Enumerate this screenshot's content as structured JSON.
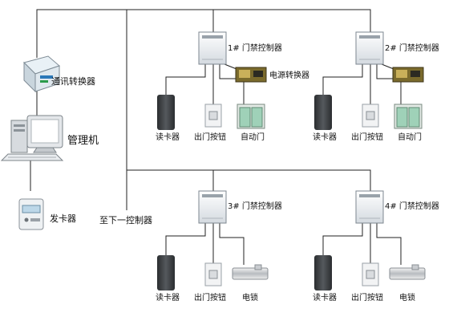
{
  "left": {
    "comm_converter": "通讯转换器",
    "management_pc": "管理机",
    "card_issuer": "发卡器",
    "to_next_controller": "至下一控制器"
  },
  "controllers": [
    {
      "label": "1# 门禁控制器",
      "power_converter": "电源转换器",
      "devices": [
        "读卡器",
        "出门按钮",
        "自动门"
      ]
    },
    {
      "label": "2# 门禁控制器",
      "devices": [
        "读卡器",
        "出门按钮",
        "自动门"
      ]
    },
    {
      "label": "3# 门禁控制器",
      "devices": [
        "读卡器",
        "出门按钮",
        "电锁"
      ]
    },
    {
      "label": "4# 门禁控制器",
      "devices": [
        "读卡器",
        "出门按钮",
        "电锁"
      ]
    }
  ],
  "colors": {
    "line": "#222222",
    "device_face": "#e8ecef",
    "reader": "#3a3d40",
    "door_glass": "#9fd1b8"
  }
}
